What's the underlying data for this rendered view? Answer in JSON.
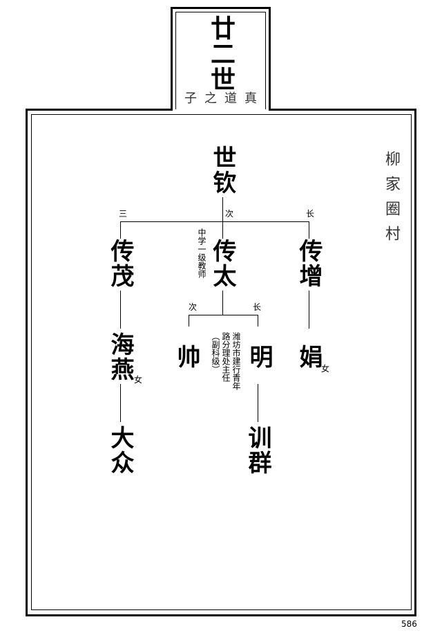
{
  "header": {
    "generation": "廿二世",
    "subtitle": "子之道真"
  },
  "village": "柳家圈村",
  "page_number": "586",
  "tree": {
    "root": "世钦",
    "children": [
      {
        "order": "三",
        "name": "传茂",
        "child": {
          "name": "海燕",
          "gender": "女",
          "child": {
            "name": "大众"
          }
        }
      },
      {
        "order": "次",
        "name": "传太",
        "note": "中学一级教师",
        "children": [
          {
            "order": "次",
            "name": "帅"
          },
          {
            "order": "长",
            "name": "明",
            "note": "潍坊市建行青年路分理处主任（副科级）",
            "child": {
              "name": "训群"
            }
          }
        ]
      },
      {
        "order": "长",
        "name": "传增",
        "child": {
          "name": "娟",
          "gender": "女"
        }
      }
    ]
  }
}
